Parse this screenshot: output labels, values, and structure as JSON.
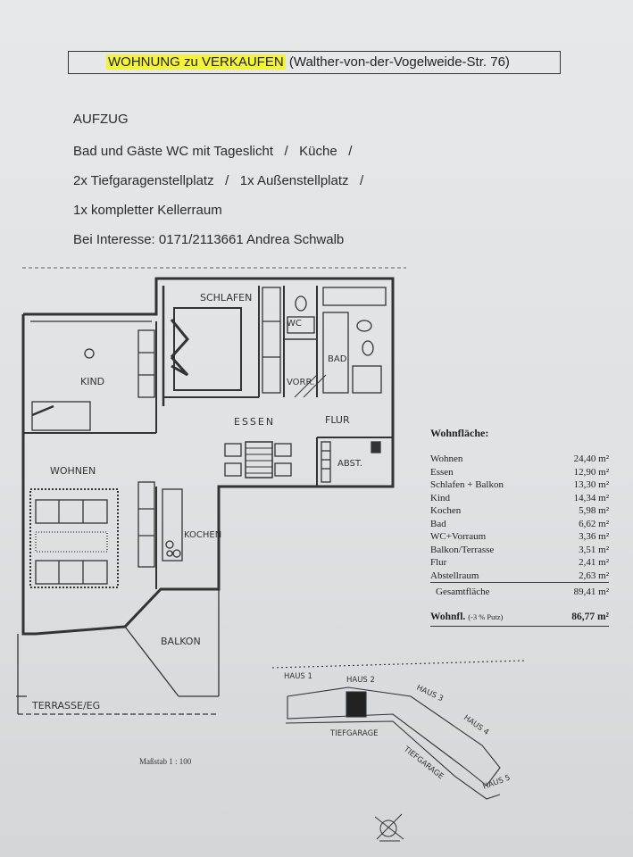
{
  "title": {
    "highlight": "WOHNUNG zu VERKAUFEN",
    "address": "(Walther-von-der-Vogelweide-Str. 76)"
  },
  "features": [
    "AUFZUG",
    "Bad und Gäste WC mit Tageslicht   /   Küche   /",
    "2x Tiefgaragenstellplatz   /   1x Außenstellplatz   /",
    "1x kompletter Kellerraum",
    "Bei Interesse: 0171/2113661 Andrea Schwalb"
  ],
  "rooms": {
    "schlafen": "SCHLAFEN",
    "wc": "WC",
    "bad": "BAD",
    "kind": "KIND",
    "vorr": "VORR.",
    "essen": "ESSEN",
    "flur": "FLUR",
    "abst": "ABST.",
    "wohnen": "WOHNEN",
    "kochen": "KOCHEN",
    "balkon": "BALKON",
    "terrasse": "TERRASSE/EG"
  },
  "site": {
    "haus1": "HAUS 1",
    "haus2": "HAUS 2",
    "haus3": "HAUS 3",
    "haus4": "HAUS 4",
    "haus5": "HAUS 5",
    "tiefgarage1": "TIEFGARAGE",
    "tiefgarage2": "TIEFGARAGE"
  },
  "area_table": {
    "heading": "Wohnfläche:",
    "rows": [
      {
        "name": "Wohnen",
        "value": "24,40 m²"
      },
      {
        "name": "Essen",
        "value": "12,90 m²"
      },
      {
        "name": "Schlafen + Balkon",
        "value": "13,30 m²"
      },
      {
        "name": "Kind",
        "value": "14,34 m²"
      },
      {
        "name": "Kochen",
        "value": "5,98 m²"
      },
      {
        "name": "Bad",
        "value": "6,62 m²"
      },
      {
        "name": "WC+Vorraum",
        "value": "3,36 m²"
      },
      {
        "name": "Balkon/Terrasse",
        "value": "3,51 m²"
      },
      {
        "name": "Flur",
        "value": "2,41 m²"
      },
      {
        "name": "Abstellraum",
        "value": "2,63 m²"
      }
    ],
    "total_label": "Gesamtfläche",
    "total_value": "89,41 m²",
    "net_label": "Wohnfl.",
    "net_note": "(-3 % Putz)",
    "net_value": "86,77 m²"
  },
  "scale": "Maßstab  1 : 100"
}
